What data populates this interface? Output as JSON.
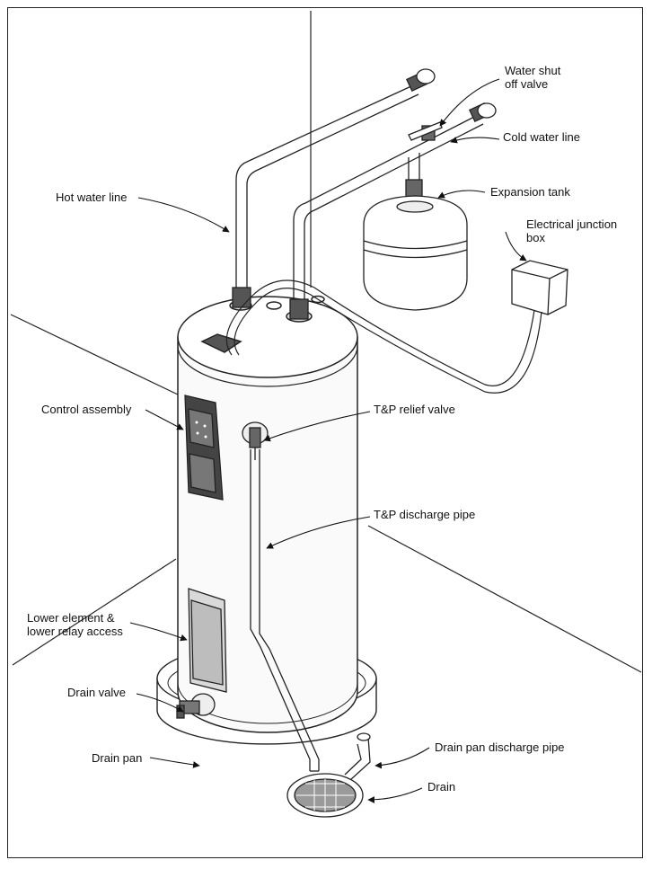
{
  "diagram": {
    "labels": {
      "hot_water_line": "Hot water line",
      "water_shut_off_valve_1": "Water shut",
      "water_shut_off_valve_2": "off valve",
      "cold_water_line": "Cold water line",
      "expansion_tank": "Expansion tank",
      "electrical_junction_box_1": "Electrical junction",
      "electrical_junction_box_2": "box",
      "control_assembly": "Control assembly",
      "tp_relief_valve": "T&P relief valve",
      "tp_discharge_pipe": "T&P discharge pipe",
      "lower_element_1": "Lower element &",
      "lower_element_2": "lower relay access",
      "drain_valve": "Drain valve",
      "drain_pan": "Drain pan",
      "drain_pan_discharge_pipe": "Drain pan discharge pipe",
      "drain": "Drain"
    }
  }
}
